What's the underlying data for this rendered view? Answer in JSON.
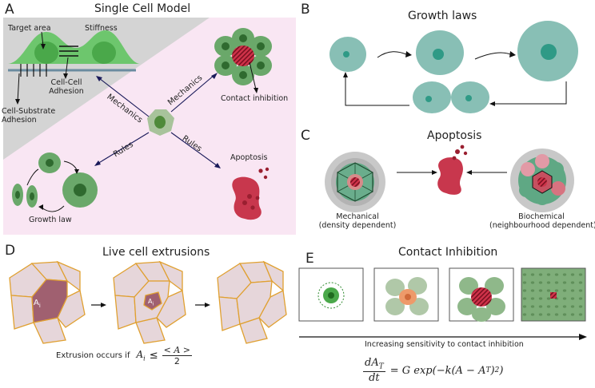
{
  "panels": {
    "a": {
      "letter": "A",
      "title": "Single Cell Model",
      "target_area": "Target area",
      "stiffness": "Stiffness",
      "cell_cell_adhesion": [
        "Cell-Cell",
        "Adhesion"
      ],
      "cell_substrate_adhesion": [
        "Cell-Substrate",
        "Adhesion"
      ],
      "mechanics_left": "Mechanics",
      "mechanics_right": "Mechanics",
      "rules_left": "Rules",
      "rules_right": "Rules",
      "contact_inhibition": "Contact inhibition",
      "growth_law": "Growth law",
      "apoptosis": "Apoptosis"
    },
    "b": {
      "letter": "B",
      "title": "Growth laws"
    },
    "c": {
      "letter": "C",
      "title": "Apoptosis",
      "mechanical": [
        "Mechanical",
        "(density dependent)"
      ],
      "biochemical": [
        "Biochemical",
        "(neighbourhood dependent)"
      ]
    },
    "d": {
      "letter": "D",
      "title": "Live cell extrusions",
      "cell_area": "A",
      "cell_area_sub": "i",
      "rule_text": "Extrusion occurs if",
      "rule_lhs": "A",
      "rule_lhs_sub": "i",
      "rule_rel": "≤",
      "rule_num": "< A >",
      "rule_den": "2"
    },
    "e": {
      "letter": "E",
      "title": "Contact Inhibition",
      "axis_label": "Increasing sensitivity to contact inhibition",
      "eq_lhs_num": "dA",
      "eq_lhs_num_sub": "T",
      "eq_lhs_den": "dt",
      "eq_rhs": "= G exp(−k(A − A",
      "eq_rhs_sub": "T",
      "eq_rhs_end": ")",
      "eq_rhs_sup": "2"
    }
  },
  "colors": {
    "cell_green": "#6aa86a",
    "cell_green_dark": "#3d7a3d",
    "teal": "#88bfb5",
    "teal_nucleus": "#2f9a86",
    "apoptosis_red": "#c8374d",
    "pink_bg": "#f9e6f3",
    "gray_bg": "#d4d4d4",
    "extrusion_fill": "#e6d6da",
    "extrusion_edge": "#e0a030",
    "extrusion_cell": "#a06070"
  }
}
